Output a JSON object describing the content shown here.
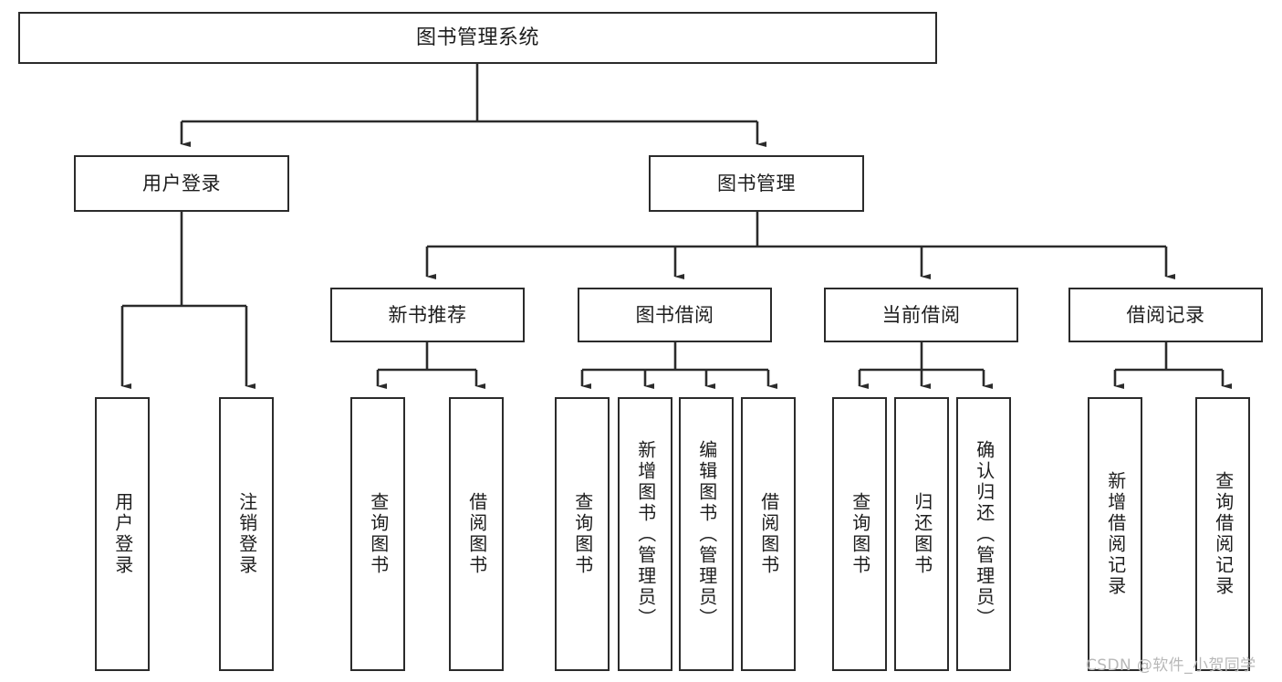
{
  "diagram": {
    "title": "图书管理系统",
    "type": "tree-hierarchy-chart",
    "colors": {
      "box_border": "#2b2b2b",
      "box_fill": "#ffffff",
      "edge": "#2b2b2b",
      "text": "#1d1d1d",
      "watermark": "#b8b8b8",
      "background": "#ffffff"
    },
    "root": {
      "label": "图书管理系统"
    },
    "level1": [
      {
        "label": "用户登录"
      },
      {
        "label": "图书管理"
      }
    ],
    "level2": [
      {
        "label": "新书推荐"
      },
      {
        "label": "图书借阅"
      },
      {
        "label": "当前借阅"
      },
      {
        "label": "借阅记录"
      }
    ],
    "leaves": {
      "user_login": [
        {
          "label": "用户登录"
        },
        {
          "label": "注销登录"
        }
      ],
      "new_book_recommend": [
        {
          "label": "查询图书"
        },
        {
          "label": "借阅图书"
        }
      ],
      "book_borrow": [
        {
          "label": "查询图书"
        },
        {
          "label": "新增图书（管理员）"
        },
        {
          "label": "编辑图书（管理员）"
        },
        {
          "label": "借阅图书"
        }
      ],
      "current_borrow": [
        {
          "label": "查询图书"
        },
        {
          "label": "归还图书"
        },
        {
          "label": "确认归还（管理员）"
        }
      ],
      "borrow_record": [
        {
          "label": "新增借阅记录"
        },
        {
          "label": "查询借阅记录"
        }
      ]
    }
  },
  "watermark": {
    "text": "CSDN @软件_小贺同学"
  }
}
